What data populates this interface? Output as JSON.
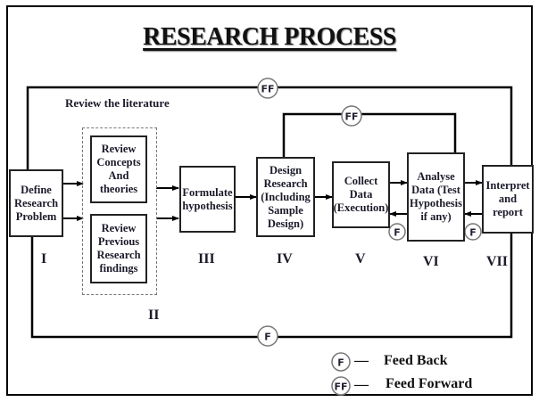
{
  "title": "RESEARCH PROCESS",
  "review_literature_label": "Review the literature",
  "steps": [
    {
      "id": "I",
      "text": "Define Research Problem",
      "numeral": "I"
    },
    {
      "id": "IIa",
      "text": "Review Concepts And theories"
    },
    {
      "id": "IIb",
      "text": "Review Previous Research findings"
    },
    {
      "id": "III",
      "text": "Formulate hypothesis",
      "numeral": "III"
    },
    {
      "id": "IV",
      "text": "Design Research (Including Sample Design)",
      "numeral": "IV"
    },
    {
      "id": "V",
      "text": "Collect Data (Execution)",
      "numeral": "V"
    },
    {
      "id": "VI",
      "text": "Analyse Data (Test Hypothesis if any)",
      "numeral": "VI"
    },
    {
      "id": "VII",
      "text": "Interpret and report",
      "numeral": "VII"
    }
  ],
  "group_numeral": "II",
  "markers": {
    "feedback": "F",
    "feedforward": "FF"
  },
  "legend": [
    {
      "symbol": "F",
      "dash": "—",
      "text": "Feed Back"
    },
    {
      "symbol": "FF",
      "dash": "—",
      "text": "Feed Forward"
    }
  ]
}
